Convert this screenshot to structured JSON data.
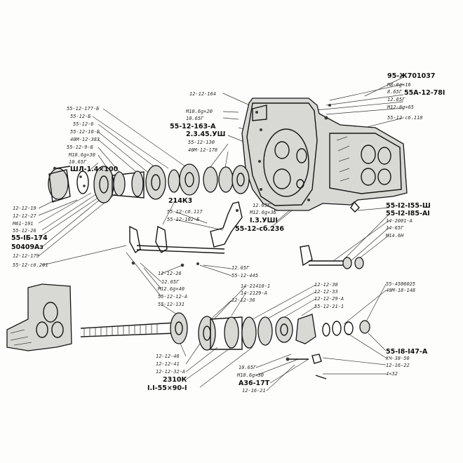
{
  "labels": {
    "l01": "95-Ж701037",
    "l02": "M8-6g×16",
    "l03": "8.65Г",
    "l04": "55А-12-78І",
    "l05": "12.65Г",
    "l06": "M12-8g×65",
    "l07": "55-12-сб.118",
    "l08": "12-12-164",
    "l09": "M10.6g×20",
    "l10": "10.65Г",
    "l11": "55-12-163-А",
    "l12": "2.3.45.УШ",
    "l13": "55-12-130",
    "l14": "40М-12-178",
    "l15": "55-12-177-Б",
    "l16": "55-12-Б",
    "l17": "55-12-6",
    "l18": "55-12-10-Б",
    "l19": "40М-12-383",
    "l20": "55-12-9-Б",
    "l21": "М10.6g×30",
    "l22": "10.65Г",
    "l23": "ШЛ-1.4×100",
    "l24": "12-12-19",
    "l25": "12-12-27",
    "l26": "М61-191",
    "l27": "55-12-26",
    "l28": "55-IБ-174",
    "l29": "50409Аз",
    "l30": "12-12-179",
    "l31": "55-12-сб.201",
    "l32": "214К3",
    "l33": "55-12-сб.117",
    "l34": "55-12-102-Б",
    "l35": "12.65Г",
    "l36": "М12.6g×35",
    "l37": "I.3.УШІ",
    "l38": "55-12-сб.236",
    "l39": "55-I2-I55-Ш",
    "l40": "55-I2-I85-АІ",
    "l41": "14-2001-А",
    "l42": "14-65Г",
    "l43": "М14.6Н",
    "l44": "12-12-26",
    "l45": "12.65Г",
    "l46": "55-12-445",
    "l47": "12.65Г",
    "l48": "М12.6g×40",
    "l49": "55-12-12-А",
    "l50": "55-12-131",
    "l51": "12-12-36",
    "l52": "14-21410-1",
    "l53": "14-2129-А",
    "l54": "12-12-30",
    "l55": "12-12-33",
    "l56": "12-12-29-А",
    "l57": "55-12-21-1",
    "l58": "55-4506025",
    "l59": "40М-18-148",
    "l60": "55-I8-I47-А",
    "l61": "КЧ-38-50",
    "l62": "12-16-22",
    "l63": "4×32",
    "l64": "12-12-48",
    "l65": "12-12-41",
    "l66": "12-12-32-А",
    "l67": "2310К",
    "l68": "I.I-55×90-I",
    "l69": "10.65Г",
    "l70": "М10.6g×30",
    "l71": "А36-17Т",
    "l72": "12-16-21"
  }
}
